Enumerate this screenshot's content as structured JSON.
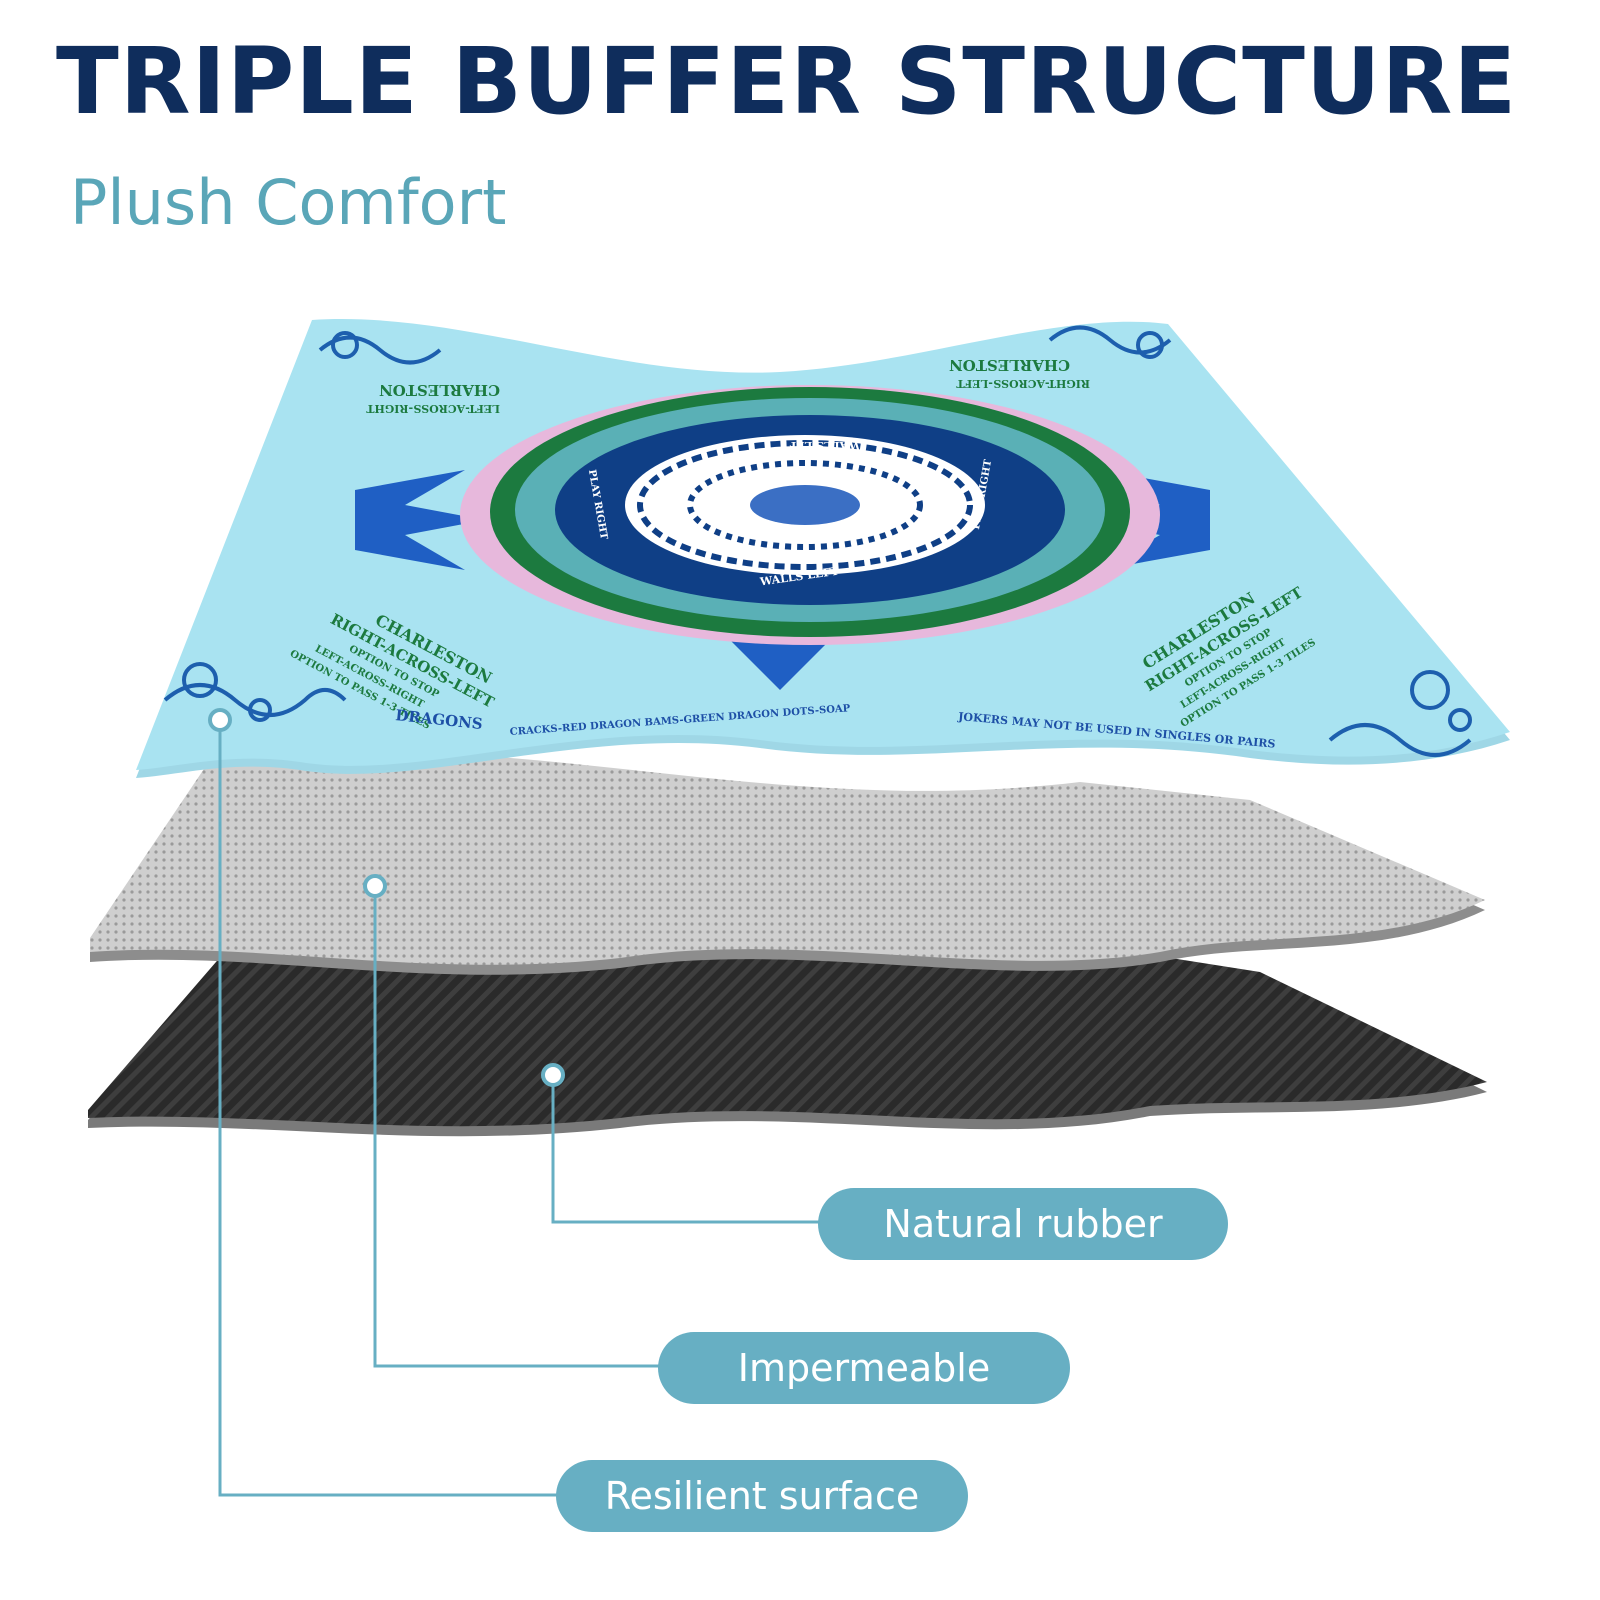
{
  "heading": {
    "title": "TRIPLE BUFFER STRUCTURE",
    "subtitle": "Plush Comfort"
  },
  "layers": {
    "natural_rubber": "Natural rubber",
    "impermeable": "Impermeable",
    "resilient_surface": "Resilient surface"
  },
  "mat": {
    "corner_top_left": {
      "line1": "CHARLESTON",
      "line2": "LEFT-ACROSS-RIGHT"
    },
    "corner_top_right": {
      "line1": "CHARLESTON",
      "line2": "RIGHT-ACROSS-LEFT"
    },
    "corner_bottom_left": {
      "line1": "CHARLESTON",
      "line2": "RIGHT-ACROSS-LEFT",
      "line3": "OPTION TO STOP",
      "line4": "LEFT-ACROSS-RIGHT",
      "line5": "OPTION TO PASS 1-3 TILES"
    },
    "corner_bottom_right": {
      "line1": "CHARLESTON",
      "line2": "RIGHT-ACROSS-LEFT",
      "line3": "OPTION TO STOP",
      "line4": "LEFT-ACROSS-RIGHT",
      "line5": "OPTION TO PASS 1-3 TILES"
    },
    "center_top": "WALLS LEFT",
    "center_bottom": "WALLS LEFT",
    "center_left": "PLAY RIGHT",
    "center_right": "PLAY RIGHT",
    "edge_dragons": "DRAGONS",
    "edge_bottom_left": "CRACKS-RED DRAGON  BAMS-GREEN DRAGON  DOTS-SOAP",
    "edge_bottom_right": "JOKERS MAY NOT BE USED IN SINGLES OR PAIRS"
  },
  "colors": {
    "title": "#0f2d5c",
    "subtitle": "#5aa6b8",
    "pill": "#67afc3",
    "leader_line": "#67afc3",
    "top_layer": "#a6e1ef",
    "middle_layer": "#c9c9c9",
    "bottom_layer": "#2b2b2b"
  }
}
